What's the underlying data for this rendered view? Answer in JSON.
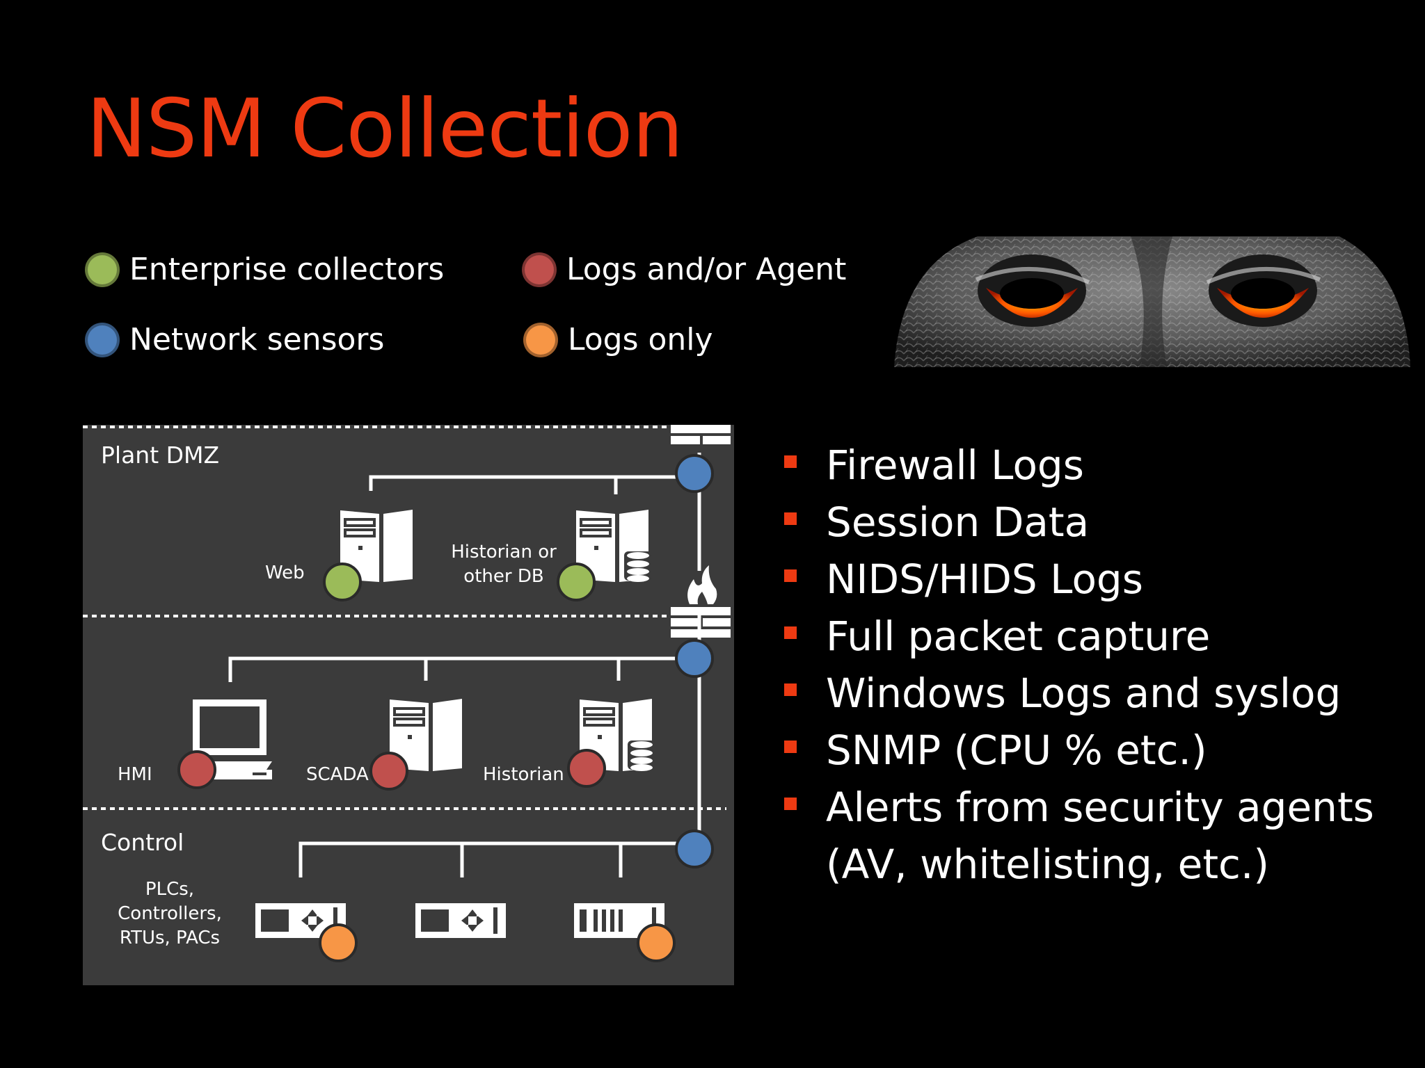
{
  "slide": {
    "title": "NSM Collection",
    "title_color": "#ee3a12"
  },
  "legend": [
    {
      "label": "Enterprise collectors",
      "color": "#9bbb59"
    },
    {
      "label": "Logs and/or Agent",
      "color": "#c0504d"
    },
    {
      "label": "Network sensors",
      "color": "#4f81bd"
    },
    {
      "label": "Logs only",
      "color": "#f79646"
    }
  ],
  "owl_image": {
    "icon": "owl-eyes-image",
    "eye_color": "#ff5a00"
  },
  "diagram": {
    "background": "#3b3b3b",
    "zones": {
      "dmz": "Plant DMZ",
      "control": "Control"
    },
    "devices": {
      "web": "Web",
      "historian_db_line1": "Historian or",
      "historian_db_line2": "other DB",
      "hmi": "HMI",
      "scada": "SCADA",
      "historian": "Historian",
      "plc_line1": "PLCs,",
      "plc_line2": "Controllers,",
      "plc_line3": "RTUs, PACs"
    }
  },
  "bullets": [
    {
      "text": "Firewall Logs"
    },
    {
      "text": "Session Data"
    },
    {
      "text": "NIDS/HIDS Logs"
    },
    {
      "text": "Full packet capture"
    },
    {
      "text": "Windows Logs and syslog"
    },
    {
      "text": "SNMP (CPU % etc.)"
    },
    {
      "text": "Alerts from security agents",
      "continuation": "(AV, whitelisting, etc.)"
    }
  ],
  "bullet_color": "#ee3a12"
}
